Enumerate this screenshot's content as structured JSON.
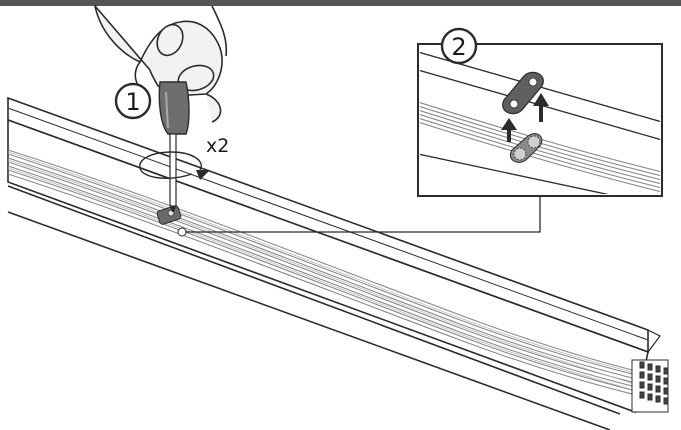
{
  "figure": {
    "top_bar_color": "#555555",
    "line_color": "#2b2b2b",
    "wire_color": "#8a8a8a"
  },
  "steps": [
    {
      "number": "1",
      "action_icon": "screwdriver-icon"
    },
    {
      "number": "2",
      "action_icon": "clip-removal-icon"
    }
  ],
  "annotations": {
    "repeat_count": "x2"
  },
  "icons": [
    "hand-icon",
    "screwdriver-icon",
    "rotation-arrow-icon",
    "cable-clip-icon",
    "up-arrow-icon",
    "connector-icon"
  ]
}
